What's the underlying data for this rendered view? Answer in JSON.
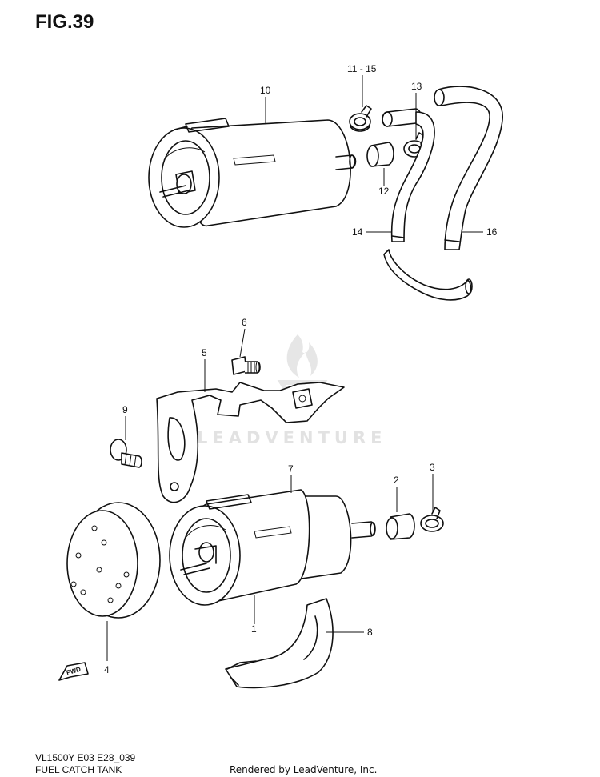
{
  "figure": {
    "title": "FIG.39",
    "model_code": "VL1500Y E03 E28_039",
    "subtitle": "FUEL CATCH TANK",
    "rendered_by": "Rendered by LeadVenture, Inc."
  },
  "watermark": {
    "text": "LEADVENTURE",
    "color": "#e2e2e2"
  },
  "forward_marker": {
    "text": "FWD"
  },
  "callouts": {
    "c1": "1",
    "c2": "2",
    "c3": "3",
    "c4": "4",
    "c5": "5",
    "c6": "6",
    "c7": "7",
    "c8": "8",
    "c9": "9",
    "c10": "10",
    "c11_15": "11 - 15",
    "c12": "12",
    "c13": "13",
    "c14": "14",
    "c16": "16"
  },
  "parts": [
    {
      "ref": "1",
      "icon": "fuel-catch-tank-icon"
    },
    {
      "ref": "2",
      "icon": "hose-joint-icon"
    },
    {
      "ref": "3",
      "icon": "hose-clamp-icon"
    },
    {
      "ref": "4",
      "icon": "tank-cap-icon"
    },
    {
      "ref": "5",
      "icon": "bracket-icon"
    },
    {
      "ref": "6",
      "icon": "bolt-icon"
    },
    {
      "ref": "7",
      "icon": "tank-body-icon"
    },
    {
      "ref": "8",
      "icon": "holder-band-icon"
    },
    {
      "ref": "9",
      "icon": "bolt-icon"
    },
    {
      "ref": "10",
      "icon": "fuel-catch-tank-icon"
    },
    {
      "ref": "11 - 15",
      "icon": "hose-clamp-icon"
    },
    {
      "ref": "12",
      "icon": "hose-joint-icon"
    },
    {
      "ref": "13",
      "icon": "hose-clamp-icon"
    },
    {
      "ref": "14",
      "icon": "hose-icon"
    },
    {
      "ref": "16",
      "icon": "hose-icon"
    }
  ]
}
